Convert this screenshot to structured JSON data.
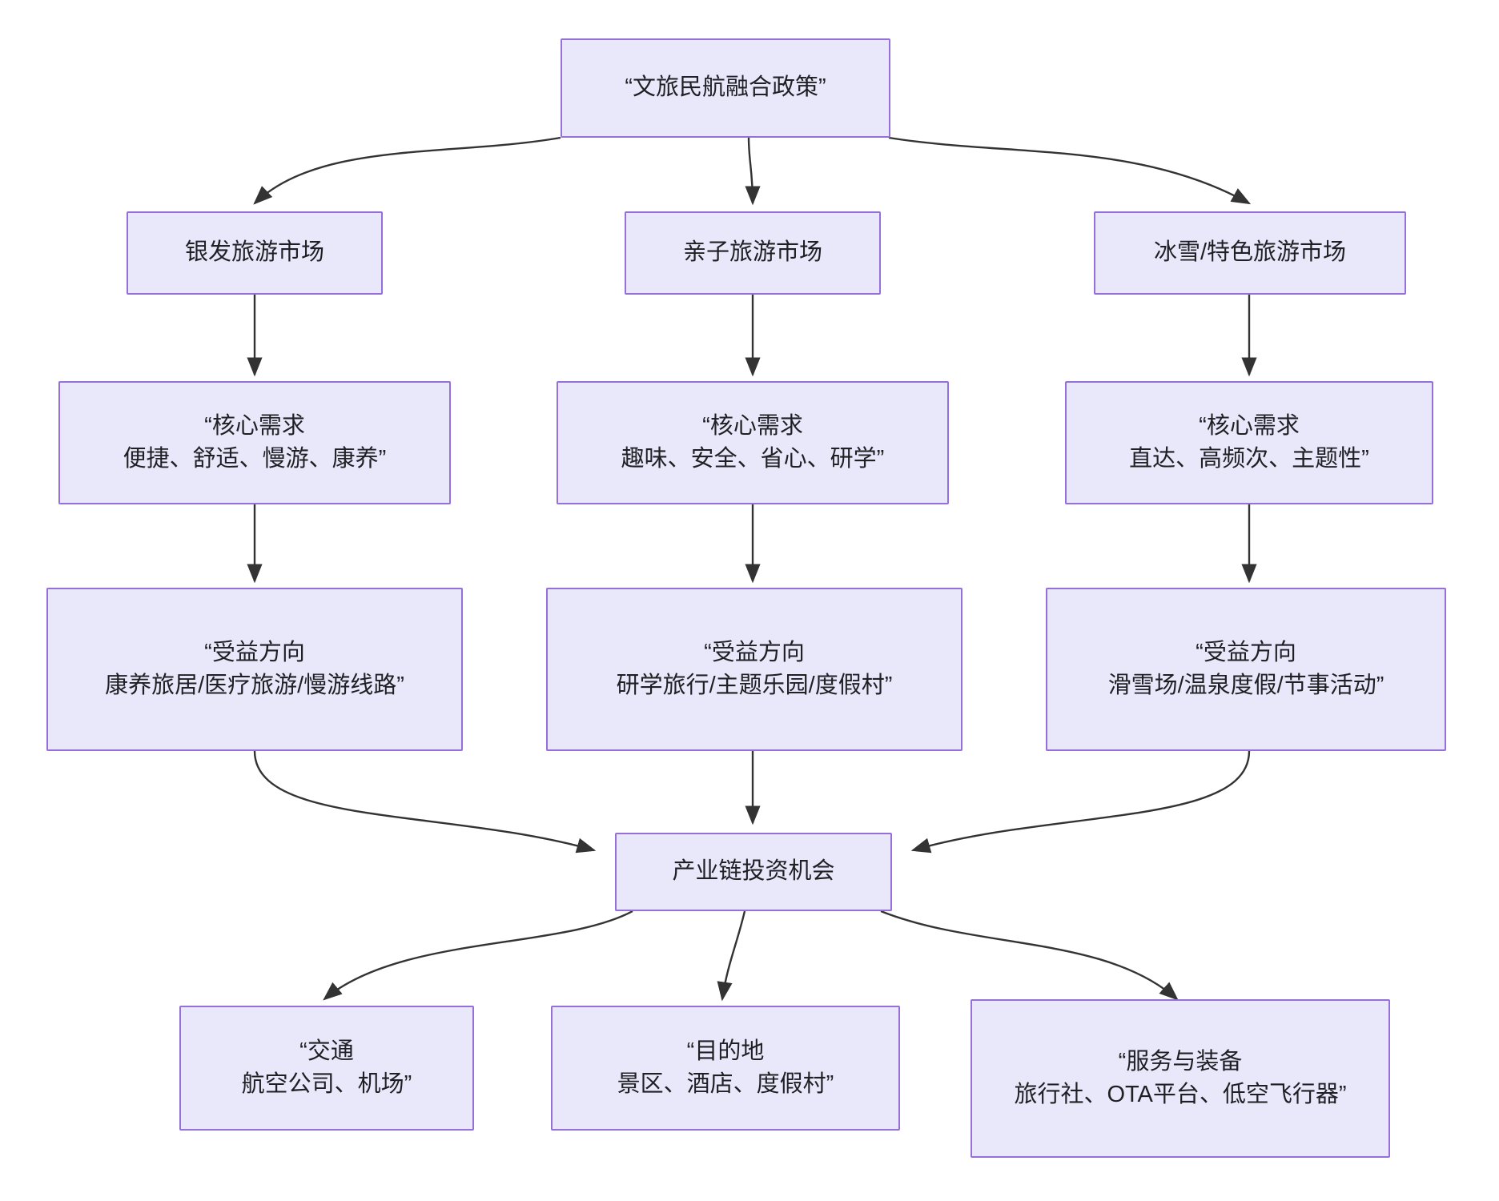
{
  "diagram": {
    "title": "文旅民航融合政策产业链投资机会流程图",
    "type": "flowchart",
    "direction": "top-down",
    "style": {
      "node_fill": "#E9E8FB",
      "node_border": "#9670D8",
      "edge_color": "#333333",
      "text_color": "#1f1f24",
      "background": "#ffffff"
    },
    "nodes": {
      "policy": {
        "label": "“文旅民航融合政策”"
      },
      "market_silver": {
        "label": "银发旅游市场"
      },
      "market_family": {
        "label": "亲子旅游市场"
      },
      "market_snow": {
        "label": "冰雪/特色旅游市场"
      },
      "need_silver": {
        "label": "“核心需求\n便捷、舒适、慢游、康养”"
      },
      "need_family": {
        "label": "“核心需求\n趣味、安全、省心、研学”"
      },
      "need_snow": {
        "label": "“核心需求\n直达、高频次、主题性”"
      },
      "benefit_silver": {
        "label": "“受益方向\n康养旅居/医疗旅游/慢游线路”"
      },
      "benefit_family": {
        "label": "“受益方向\n研学旅行/主题乐园/度假村”"
      },
      "benefit_snow": {
        "label": "“受益方向\n滑雪场/温泉度假/节事活动”"
      },
      "chain": {
        "label": "产业链投资机会"
      },
      "transport": {
        "label": "“交通\n航空公司、机场”"
      },
      "destination": {
        "label": "“目的地\n景区、酒店、度假村”"
      },
      "service": {
        "label": "“服务与装备\n旅行社、OTA平台、低空飞行器”"
      }
    },
    "edges": [
      {
        "from": "policy",
        "to": "market_silver"
      },
      {
        "from": "policy",
        "to": "market_family"
      },
      {
        "from": "policy",
        "to": "market_snow"
      },
      {
        "from": "market_silver",
        "to": "need_silver"
      },
      {
        "from": "market_family",
        "to": "need_family"
      },
      {
        "from": "market_snow",
        "to": "need_snow"
      },
      {
        "from": "need_silver",
        "to": "benefit_silver"
      },
      {
        "from": "need_family",
        "to": "benefit_family"
      },
      {
        "from": "need_snow",
        "to": "benefit_snow"
      },
      {
        "from": "benefit_silver",
        "to": "chain"
      },
      {
        "from": "benefit_family",
        "to": "chain"
      },
      {
        "from": "benefit_snow",
        "to": "chain"
      },
      {
        "from": "chain",
        "to": "transport"
      },
      {
        "from": "chain",
        "to": "destination"
      },
      {
        "from": "chain",
        "to": "service"
      }
    ]
  }
}
